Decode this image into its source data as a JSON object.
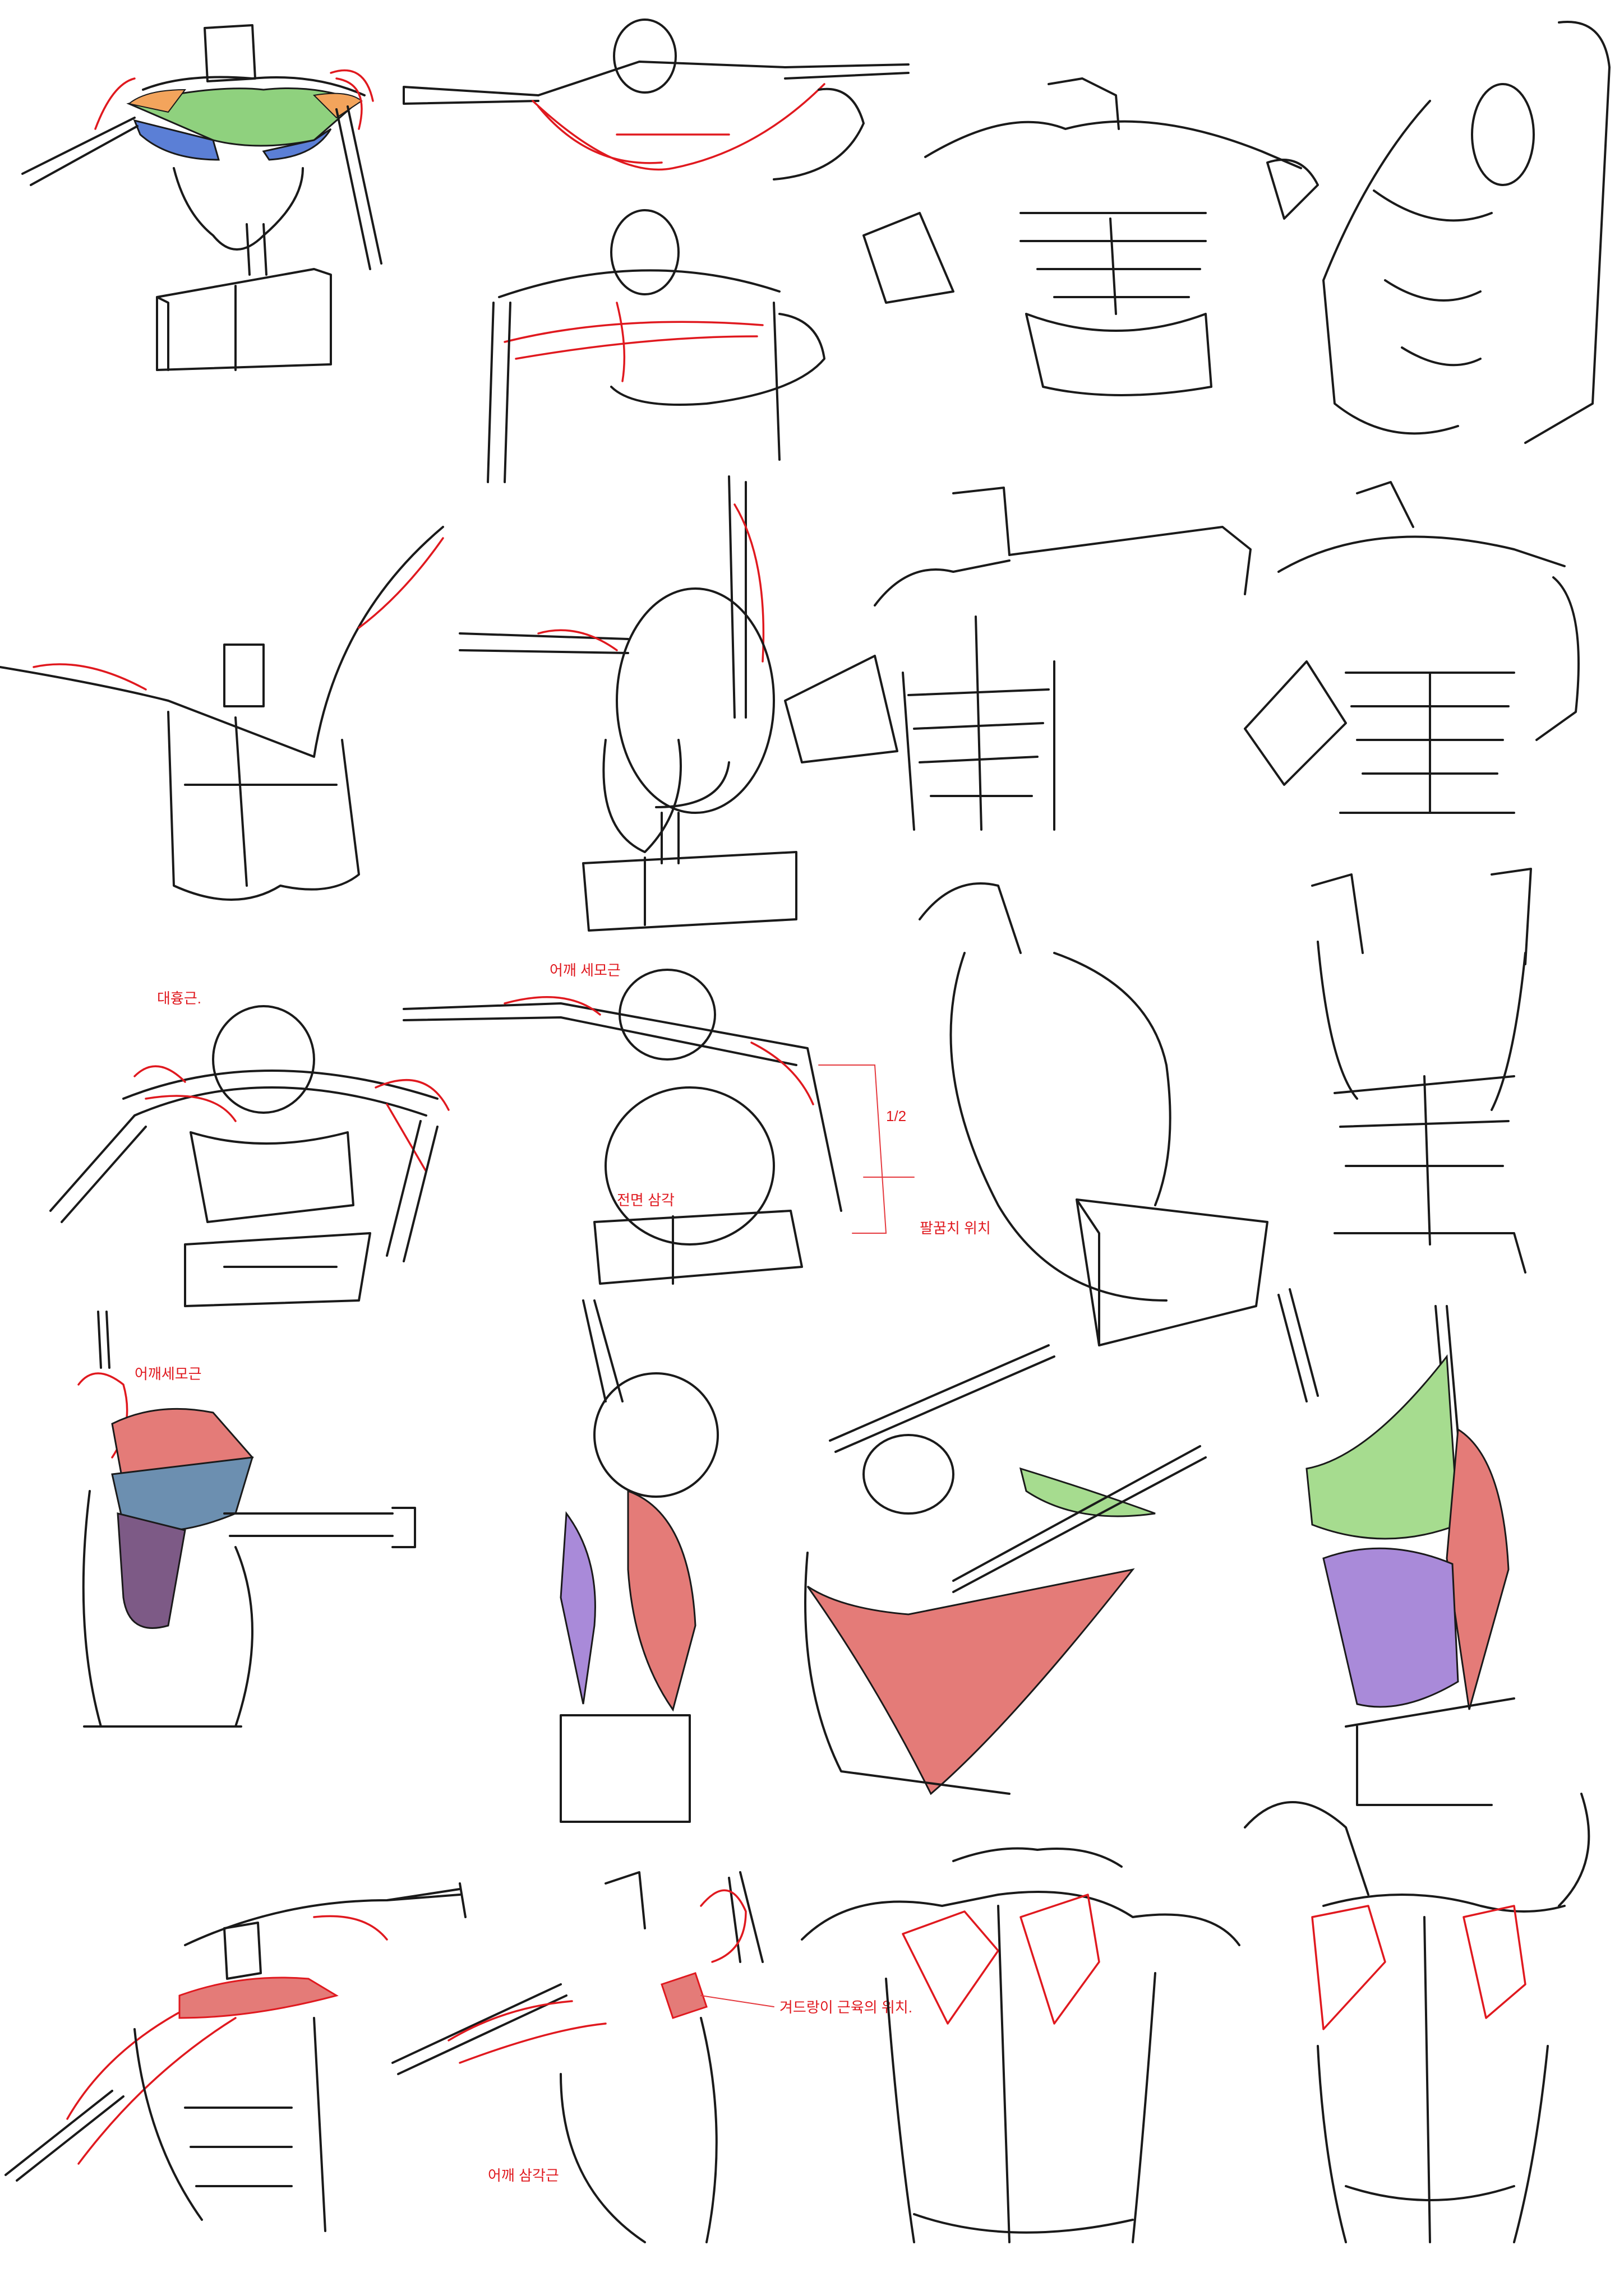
{
  "sheet": {
    "background": "#ffffff",
    "line_color": "#1a1a1a",
    "accent_color": "#e0191f",
    "muscle_colors": {
      "green": "#8fd17e",
      "orange": "#f3a45c",
      "blue": "#5b7fd6",
      "salmon": "#e47b78",
      "slate": "#6c8fb0",
      "purple": "#a98ad9",
      "plum": "#7d5a86",
      "mint": "#a6dc8f"
    }
  },
  "annotations": {
    "note_a": "대흉근.",
    "note_b": "어깨 세모근",
    "note_c": "1/2",
    "note_d": "전면 삼각",
    "note_e": "팔꿈치 위치",
    "note_f": "어깨세모근",
    "note_g": "겨드랑이 근육의 위치.",
    "note_h": "어깨 삼각근"
  }
}
